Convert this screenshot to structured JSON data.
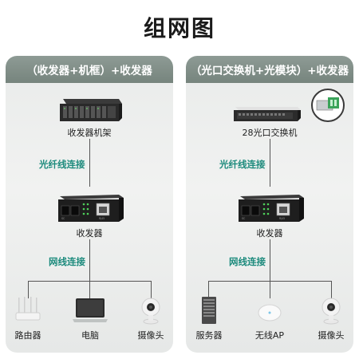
{
  "title": "组网图",
  "left_panel": {
    "header": "（收发器+机框）+收发器",
    "top_device": "收发器机架",
    "top_conn": "光纤线连接",
    "middle_device": "收发器",
    "bottom_conn": "网线连接",
    "endpoints": [
      "路由器",
      "电脑",
      "摄像头"
    ]
  },
  "right_panel": {
    "header": "（光口交换机+光模块）+收发器",
    "top_device": "28光口交换机",
    "top_conn": "光纤线连接",
    "middle_device": "收发器",
    "bottom_conn": "网线连接",
    "endpoints": [
      "服务器",
      "无线AP",
      "摄像头"
    ]
  },
  "device_port_label": "RJ45",
  "device_leds": [
    "PWR",
    "FX",
    "TX"
  ]
}
